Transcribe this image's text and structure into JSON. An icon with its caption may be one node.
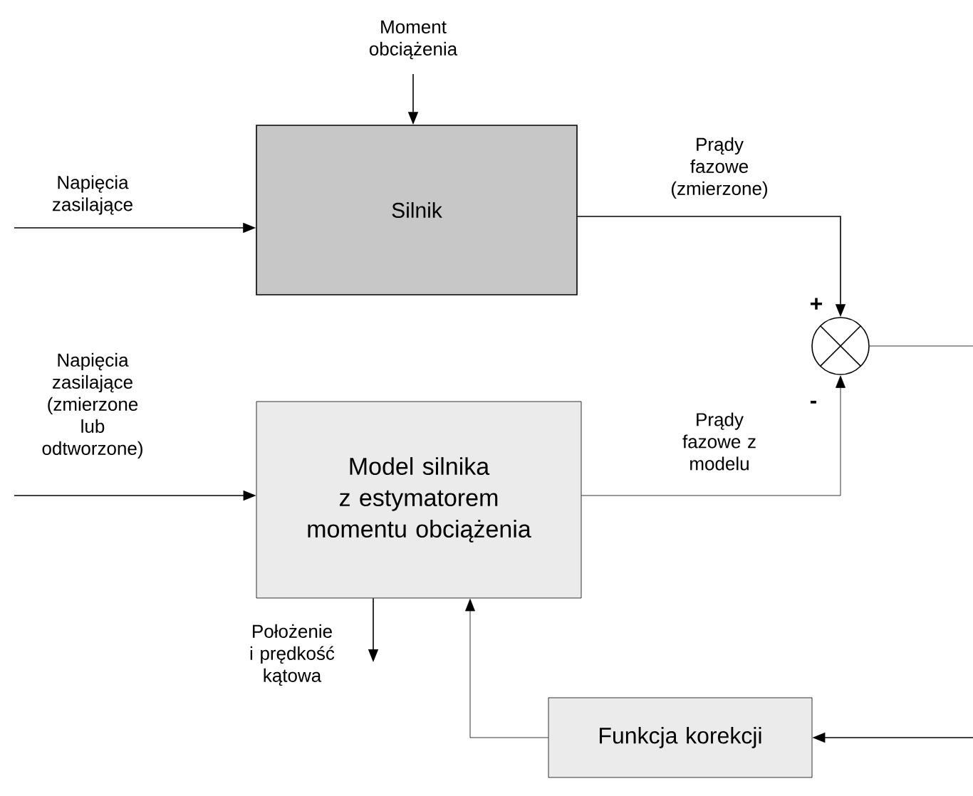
{
  "diagram": {
    "nodes": [
      {
        "text": [
          "Silnik"
        ]
      },
      {
        "text": [],
        "shape": "circle"
      },
      {
        "text": [
          "Model silnika z estymatorem momentu obciążenia"
        ]
      },
      {
        "text": [
          "Funkcja korekcji"
        ]
      }
    ],
    "edges": [
      {
        "from": null,
        "to": 0,
        "arrow": "to",
        "label": "Moment obciążenia"
      },
      {
        "from": null,
        "to": 0,
        "arrow": "to",
        "label": "Napięcia zasilające"
      },
      {
        "from": 0,
        "to": 1,
        "arrow": "to",
        "label": "Prądy fazowe (zmierzone)"
      },
      {
        "from": null,
        "to": 2,
        "arrow": "to",
        "label": "Napięcia zasilające (zmierzone lub odtworzone)"
      },
      {
        "from": 2,
        "to": 1,
        "arrow": "to",
        "label": "Prądy fazowe z modelu"
      },
      {
        "from": 1,
        "to": null,
        "arrow": "none"
      },
      {
        "from": 2,
        "to": null,
        "arrow": "to",
        "label": "Położenie i prędkość kątowa"
      },
      {
        "from": 3,
        "to": 2,
        "arrow": "to"
      },
      {
        "from": null,
        "to": 3,
        "arrow": "to"
      }
    ],
    "labels": [
      "+",
      "-"
    ]
  }
}
